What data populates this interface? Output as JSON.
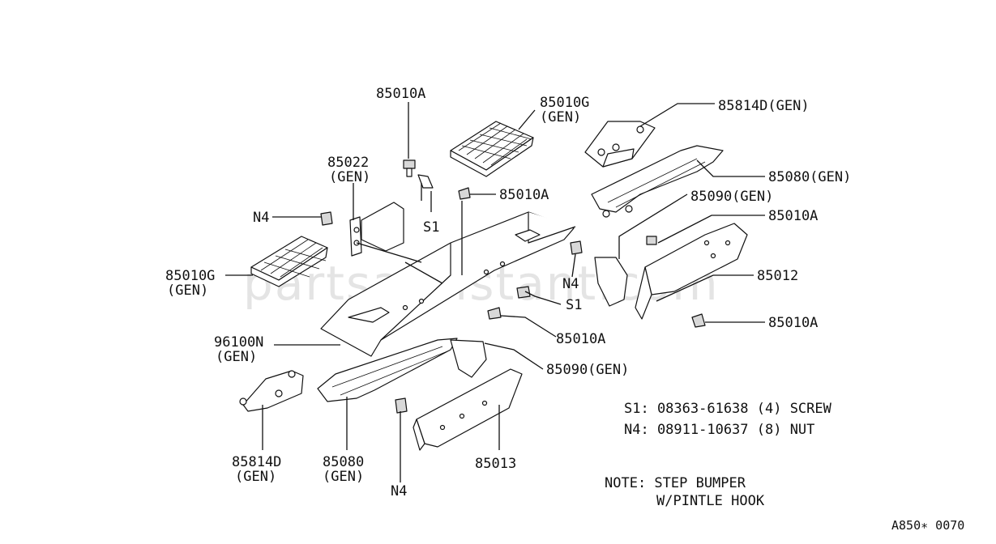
{
  "watermark": "partsassistant.com",
  "figure_code": "A850∗ 0070",
  "labels": {
    "p85010A_top": "85010A",
    "p85010G_top_1": "85010G",
    "p85010G_top_2": "(GEN)",
    "p85814D_top": "85814D(GEN)",
    "p85022_1": "85022",
    "p85022_2": "(GEN)",
    "p85010A_mid": "85010A",
    "p85080_right": "85080(GEN)",
    "p85090_top": "85090(GEN)",
    "p85010A_right": "85010A",
    "N4_left": "N4",
    "S1_mid": "S1",
    "p85010G_left_1": "85010G",
    "p85010G_left_2": "(GEN)",
    "N4_mid": "N4",
    "S1_right": "S1",
    "p85012": "85012",
    "p85010A_lower": "85010A",
    "p85010A_lowright": "85010A",
    "p96100N_1": "96100N",
    "p96100N_2": "(GEN)",
    "p85090_low": "85090(GEN)",
    "p85814D_low_1": "85814D",
    "p85814D_low_2": "(GEN)",
    "p85080_low_1": "85080",
    "p85080_low_2": "(GEN)",
    "p85013": "85013",
    "N4_bottom": "N4"
  },
  "legend": {
    "s1": "S1: 08363-61638 (4) SCREW",
    "n4": "N4: 08911-10637 (8) NUT"
  },
  "note": {
    "line1": "NOTE: STEP BUMPER",
    "line2": "W/PINTLE HOOK"
  }
}
